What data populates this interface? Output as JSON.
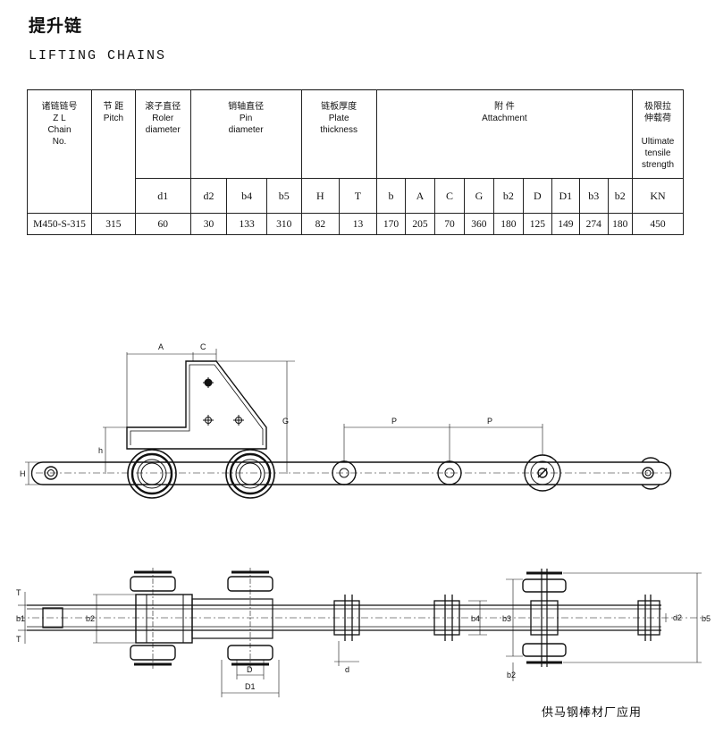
{
  "title_cn": "提升链",
  "title_en": "LIFTING CHAINS",
  "table": {
    "headers": {
      "chain_no": [
        "诸链链号",
        "Z L",
        "Chain",
        "No."
      ],
      "pitch": [
        "节  距",
        "Pitch"
      ],
      "roller": [
        "滚子直径",
        "Roler",
        "diameter"
      ],
      "pin": [
        "销轴直径",
        "Pin",
        "diameter"
      ],
      "plate": [
        "链板厚度",
        "Plate",
        "thickness"
      ],
      "attachment": [
        "附  件",
        "Attachment"
      ],
      "strength": [
        "极限拉",
        "伸载荷",
        "",
        "Ultimate",
        "tensile",
        "strength"
      ]
    },
    "symbols": [
      "d1",
      "d2",
      "b4",
      "b5",
      "H",
      "T",
      "b",
      "A",
      "C",
      "G",
      "b2",
      "D",
      "D1",
      "b3",
      "b2",
      "KN"
    ],
    "row": [
      "M450-S-315",
      "315",
      "60",
      "30",
      "133",
      "310",
      "82",
      "13",
      "170",
      "205",
      "70",
      "360",
      "180",
      "125",
      "149",
      "274",
      "180",
      "450"
    ]
  },
  "drawing_labels": {
    "A": "A",
    "C": "C",
    "G": "G",
    "h": "h",
    "H": "H",
    "P1": "P",
    "P2": "P",
    "T_top": "T",
    "T_bottom": "T",
    "b1": "b1",
    "b2_left": "b2",
    "D": "D",
    "D1": "D1",
    "d": "d",
    "b4": "b4",
    "b3": "b3",
    "d2": "d2",
    "b5": "b5",
    "b2_right": "b2"
  },
  "footer": "供马钢棒材厂应用"
}
